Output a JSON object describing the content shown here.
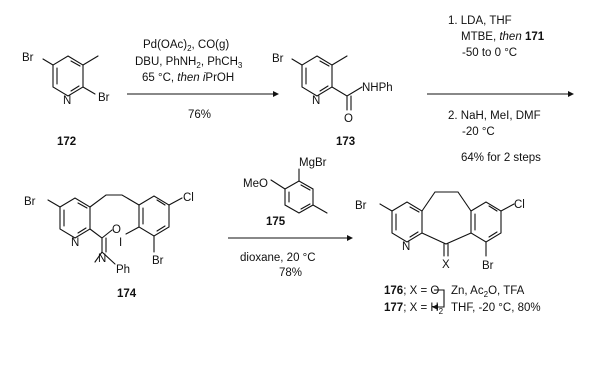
{
  "compounds": {
    "c172": {
      "number": "172",
      "br1": "Br",
      "br2": "Br",
      "n": "N"
    },
    "c173": {
      "number": "173",
      "br": "Br",
      "n": "N",
      "o": "O",
      "nhph": "NHPh"
    },
    "c174": {
      "number": "174",
      "br1": "Br",
      "br2": "Br",
      "n1": "N",
      "n2": "N",
      "o": "O",
      "i": "I",
      "ph": "Ph",
      "cl": "Cl"
    },
    "c175": {
      "number": "175",
      "meo": "MeO",
      "mgbr": "MgBr"
    },
    "c176": {
      "br1": "Br",
      "br2": "Br",
      "n": "N",
      "x": "X",
      "cl": "Cl",
      "label_num": "176",
      "label_rest": "; X = O"
    },
    "c177": {
      "label_num": "177",
      "label_rest": "; X = H",
      "sub": "2"
    }
  },
  "step1": {
    "line1": "Pd(OAc)",
    "line1_sub": "2",
    "line1_rest": ", CO(g)",
    "line2": "DBU, PhNH",
    "line2_sub": "2",
    "line2_rest": ", PhCH",
    "line2_sub2": "3",
    "line3": "65 °C, ",
    "line3_it": "then i",
    "line3_rest": "PrOH",
    "yield": "76%"
  },
  "step2": {
    "line1": "1. LDA, THF",
    "line2": "MTBE, ",
    "line2_it": "then",
    "line2_bold": "171",
    "line3": "-50 to 0 °C",
    "line4": "2. NaH, MeI, DMF",
    "line5": "-20 °C",
    "yield": "64% for 2 steps"
  },
  "step3": {
    "line1": "dioxane, 20 °C",
    "yield": "78%"
  },
  "step4": {
    "line1": "Zn, Ac",
    "line1_sub": "2",
    "line1_rest": "O, TFA",
    "line2": "THF, -20 °C, 80%"
  }
}
